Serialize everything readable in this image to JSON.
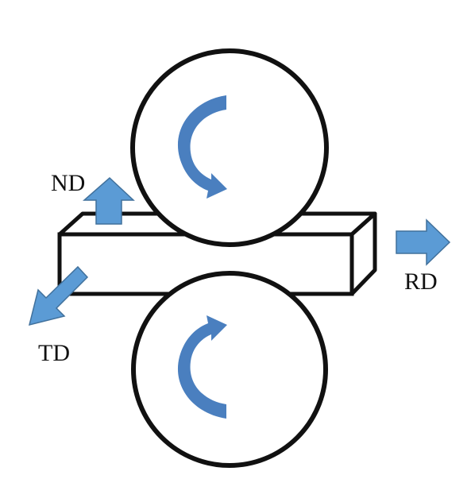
{
  "labels": {
    "nd": "ND",
    "rd": "RD",
    "td": "TD"
  },
  "colors": {
    "outline": "#111111",
    "arrow_fill": "#5b9bd5",
    "arrow_stroke": "#41719c",
    "rotation_arrow": "#4a7fbf",
    "background": "#ffffff"
  },
  "icons": {
    "upper_roll_rotation": "curved-arrow-clockwise",
    "lower_roll_rotation": "curved-arrow-counterclockwise"
  }
}
